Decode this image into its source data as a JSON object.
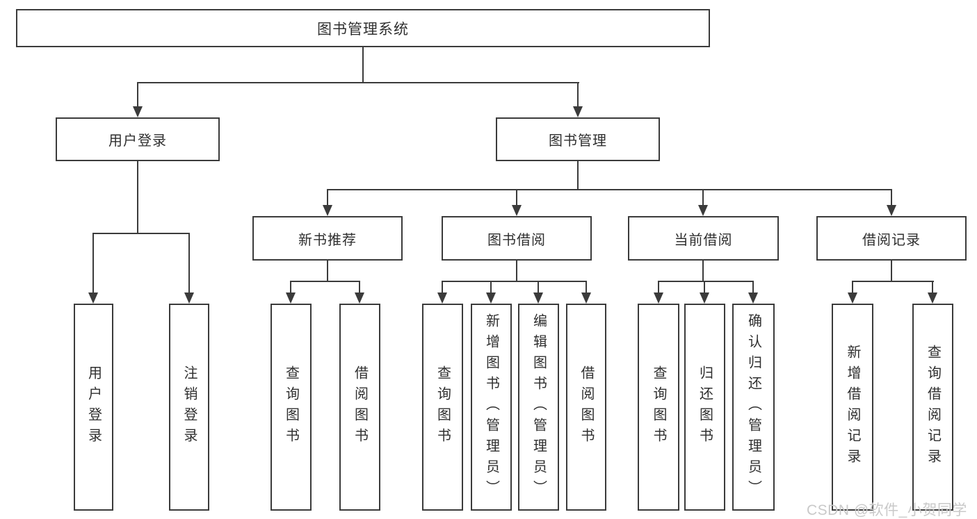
{
  "tree": {
    "root": {
      "label": "图书管理系统"
    },
    "branches": [
      {
        "label": "用户登录",
        "children": [
          {
            "label": "用户登录"
          },
          {
            "label": "注销登录"
          }
        ]
      },
      {
        "label": "图书管理",
        "children": [
          {
            "label": "新书推荐",
            "children": [
              {
                "label": "查询图书"
              },
              {
                "label": "借阅图书"
              }
            ]
          },
          {
            "label": "图书借阅",
            "children": [
              {
                "label": "查询图书"
              },
              {
                "label": "新增图书（管理员）"
              },
              {
                "label": "编辑图书（管理员）"
              },
              {
                "label": "借阅图书"
              }
            ]
          },
          {
            "label": "当前借阅",
            "children": [
              {
                "label": "查询图书"
              },
              {
                "label": "归还图书"
              },
              {
                "label": "确认归还（管理员）"
              }
            ]
          },
          {
            "label": "借阅记录",
            "children": [
              {
                "label": "新增借阅记录"
              },
              {
                "label": "查询借阅记录"
              }
            ]
          }
        ]
      }
    ]
  },
  "watermark": {
    "text": "CSDN @软件_小贺同学"
  },
  "colors": {
    "line": "#3b3b3b",
    "text": "#2f2f2f",
    "watermark": "#c9c9c9",
    "background": "#ffffff"
  }
}
